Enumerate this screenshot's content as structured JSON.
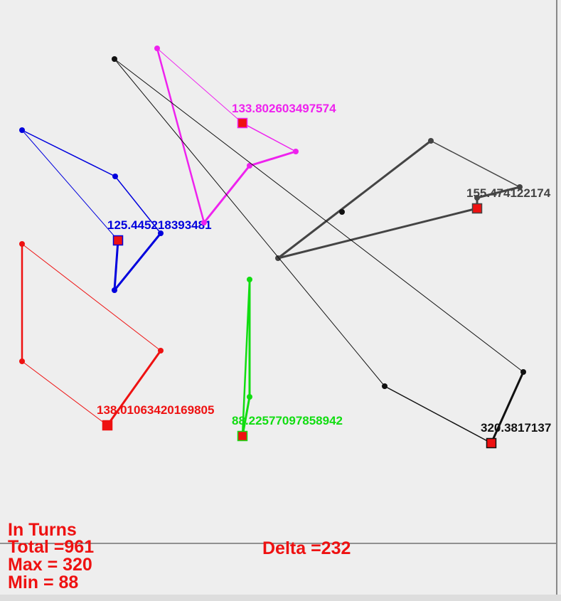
{
  "routes": [
    {
      "id": "blue",
      "color": "#0000dd",
      "label": "125.445218393481",
      "points": [
        [
          166,
          338
        ],
        [
          161,
          408
        ],
        [
          226,
          328
        ],
        [
          162,
          248
        ],
        [
          31,
          183
        ],
        [
          166,
          338
        ]
      ],
      "widths": [
        3,
        3,
        1.5,
        1.5,
        1
      ],
      "depot": [
        166,
        338
      ],
      "label_at": [
        151,
        322
      ]
    },
    {
      "id": "magenta",
      "color": "#ee22ee",
      "label": "133.802603497574",
      "points": [
        [
          341,
          173
        ],
        [
          416,
          213
        ],
        [
          351,
          233
        ],
        [
          287,
          313
        ],
        [
          221,
          68
        ],
        [
          341,
          173
        ]
      ],
      "widths": [
        1.5,
        3,
        3,
        2.5,
        1
      ],
      "depot": [
        341,
        173
      ],
      "label_at": [
        326,
        158
      ]
    },
    {
      "id": "red",
      "color": "#ee1111",
      "label": "138.01063420169805",
      "points": [
        [
          151,
          598
        ],
        [
          226,
          493
        ],
        [
          31,
          343
        ],
        [
          31,
          508
        ],
        [
          151,
          598
        ]
      ],
      "widths": [
        3,
        1,
        2.5,
        1
      ],
      "depot": [
        151,
        598
      ],
      "label_at": [
        136,
        582
      ]
    },
    {
      "id": "green",
      "color": "#11dd11",
      "label": "88.22577097858942",
      "points": [
        [
          341,
          613
        ],
        [
          351,
          558
        ],
        [
          351,
          393
        ],
        [
          341,
          613
        ]
      ],
      "widths": [
        3,
        3,
        2.5
      ],
      "depot": [
        341,
        613
      ],
      "label_at": [
        326,
        597
      ]
    },
    {
      "id": "darkgray",
      "color": "#444444",
      "label": "155.474122174",
      "points": [
        [
          671,
          293
        ],
        [
          671,
          278
        ],
        [
          731,
          263
        ],
        [
          606,
          198
        ],
        [
          391,
          363
        ],
        [
          671,
          293
        ]
      ],
      "widths": [
        3,
        3,
        1.5,
        3,
        3
      ],
      "depot": [
        671,
        293
      ],
      "label_at": [
        656,
        277
      ]
    },
    {
      "id": "black",
      "color": "#111111",
      "label": "320.3817137",
      "points": [
        [
          691,
          623
        ],
        [
          736,
          523
        ],
        [
          161,
          83
        ],
        [
          541,
          543
        ],
        [
          691,
          623
        ]
      ],
      "widths": [
        3,
        1,
        1,
        1.5
      ],
      "depot": [
        691,
        623
      ],
      "label_at": [
        676,
        607
      ]
    }
  ],
  "extra_nodes": [
    {
      "color": "#111111",
      "at": [
        481,
        298
      ]
    }
  ],
  "stats": {
    "mode": "In Turns",
    "total": "Total =961",
    "max": "Max = 320",
    "min": "Min = 88",
    "delta": "Delta =232"
  }
}
